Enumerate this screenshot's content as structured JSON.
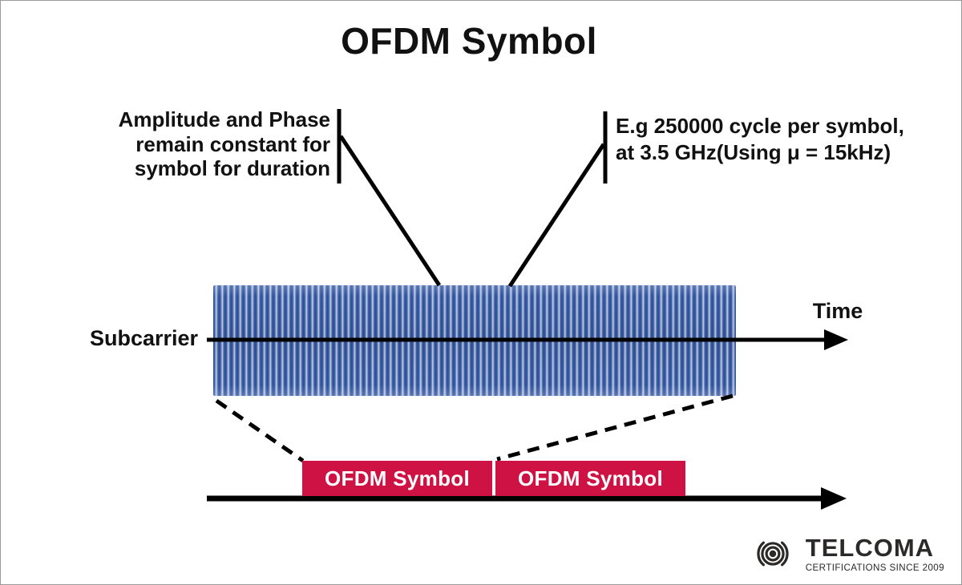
{
  "title": "OFDM Symbol",
  "annotations": {
    "left": {
      "lines": [
        "Amplitude and Phase",
        "remain constant for",
        "symbol for duration"
      ]
    },
    "right": {
      "lines": [
        "E.g 250000 cycle per symbol,",
        "at 3.5 GHz(Using μ = 15kHz)"
      ]
    }
  },
  "axes": {
    "subcarrier_label": "Subcarrier",
    "time_label": "Time"
  },
  "symbol_boxes": [
    {
      "label": "OFDM Symbol"
    },
    {
      "label": "OFDM Symbol"
    }
  ],
  "logo": {
    "icon": "radio-waves-icon",
    "name": "TELCOMA",
    "tagline": "CERTIFICATIONS SINCE 2009"
  },
  "colors": {
    "symbol_box_red": "#ce1243",
    "wave_stripe_dark": "#2c4f99",
    "wave_stripe_light": "#ccd6e9",
    "line_black": "#000000",
    "logo_gray": "#2b2a29",
    "canvas_border": "#9b9b9b"
  }
}
